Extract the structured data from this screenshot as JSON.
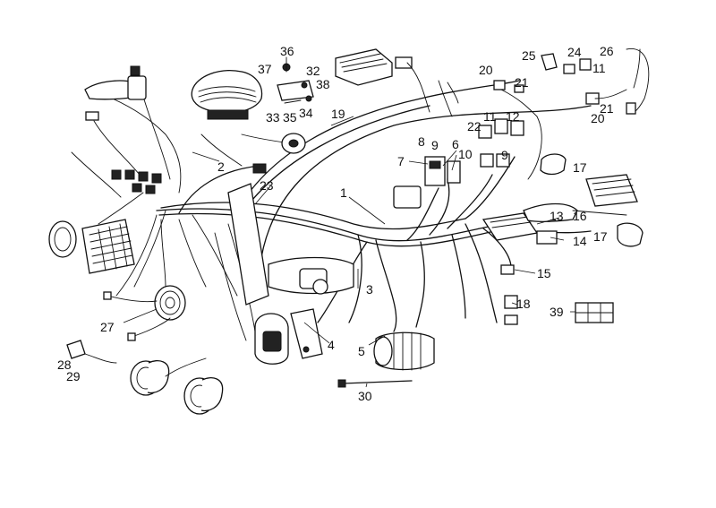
{
  "callouts": [
    {
      "id": "1",
      "label": "1"
    },
    {
      "id": "2",
      "label": "2"
    },
    {
      "id": "3",
      "label": "3"
    },
    {
      "id": "4",
      "label": "4"
    },
    {
      "id": "5",
      "label": "5"
    },
    {
      "id": "6",
      "label": "6"
    },
    {
      "id": "7",
      "label": "7"
    },
    {
      "id": "8",
      "label": "8"
    },
    {
      "id": "9a",
      "label": "9"
    },
    {
      "id": "9b",
      "label": "9"
    },
    {
      "id": "10",
      "label": "10"
    },
    {
      "id": "11a",
      "label": "11"
    },
    {
      "id": "11b",
      "label": "11"
    },
    {
      "id": "12",
      "label": "12"
    },
    {
      "id": "13",
      "label": "13"
    },
    {
      "id": "14",
      "label": "14"
    },
    {
      "id": "15",
      "label": "15"
    },
    {
      "id": "16",
      "label": "16"
    },
    {
      "id": "17a",
      "label": "17"
    },
    {
      "id": "17b",
      "label": "17"
    },
    {
      "id": "18",
      "label": "18"
    },
    {
      "id": "19",
      "label": "19"
    },
    {
      "id": "20a",
      "label": "20"
    },
    {
      "id": "20b",
      "label": "20"
    },
    {
      "id": "21a",
      "label": "21"
    },
    {
      "id": "21b",
      "label": "21"
    },
    {
      "id": "22",
      "label": "22"
    },
    {
      "id": "23",
      "label": "23"
    },
    {
      "id": "24",
      "label": "24"
    },
    {
      "id": "25",
      "label": "25"
    },
    {
      "id": "26",
      "label": "26"
    },
    {
      "id": "27",
      "label": "27"
    },
    {
      "id": "28",
      "label": "28"
    },
    {
      "id": "29",
      "label": "29"
    },
    {
      "id": "30",
      "label": "30"
    },
    {
      "id": "32",
      "label": "32"
    },
    {
      "id": "33",
      "label": "33"
    },
    {
      "id": "34",
      "label": "34"
    },
    {
      "id": "35",
      "label": "35"
    },
    {
      "id": "36",
      "label": "36"
    },
    {
      "id": "37",
      "label": "37"
    },
    {
      "id": "38",
      "label": "38"
    },
    {
      "id": "39",
      "label": "39"
    }
  ]
}
